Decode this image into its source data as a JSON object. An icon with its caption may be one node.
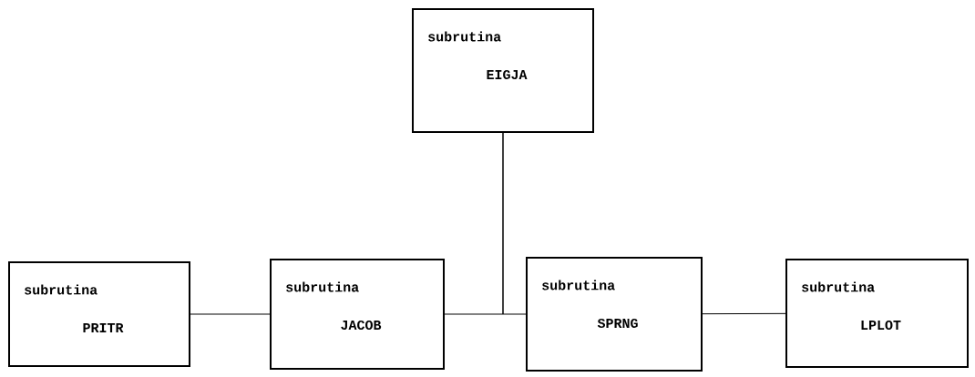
{
  "diagram": {
    "nodes": [
      {
        "text": [
          "subrutina",
          "EIGJA"
        ]
      },
      {
        "text": [
          "subrutina",
          "PRITR"
        ]
      },
      {
        "text": [
          "subrutina",
          "JACOB"
        ]
      },
      {
        "text": [
          "subrutina",
          "SPRNG"
        ]
      },
      {
        "text": [
          "subrutina",
          "LPLOT"
        ]
      }
    ],
    "edges": [
      {
        "from": 1,
        "to": 2,
        "arrow": "none"
      },
      {
        "from": 0,
        "to": 2,
        "arrow": "none"
      },
      {
        "from": 0,
        "to": 3,
        "arrow": "none"
      },
      {
        "from": 3,
        "to": 4,
        "arrow": "none"
      }
    ]
  }
}
